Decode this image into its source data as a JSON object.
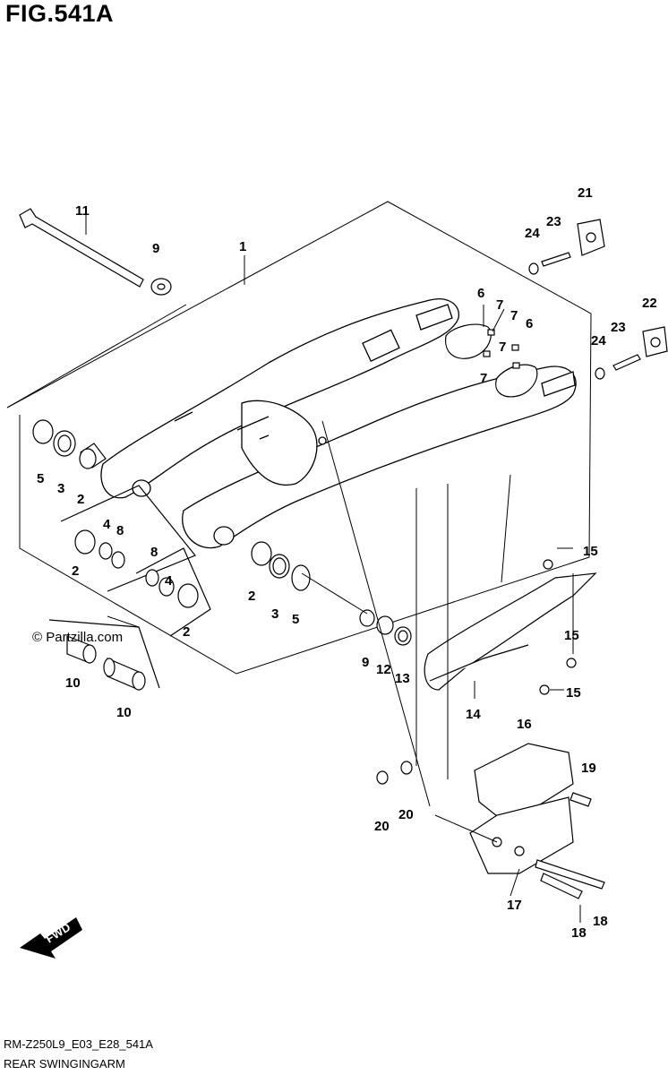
{
  "figure_title": "FIG.541A",
  "watermark": "© Partzilla.com",
  "fwd_label": "FWD",
  "footer": {
    "code": "RM-Z250L9_E03_E28_541A",
    "name": "REAR SWINGINGARM"
  },
  "callouts": [
    {
      "id": "c1",
      "label": "1"
    },
    {
      "id": "c2a",
      "label": "2"
    },
    {
      "id": "c2b",
      "label": "2"
    },
    {
      "id": "c2c",
      "label": "2"
    },
    {
      "id": "c2d",
      "label": "2"
    },
    {
      "id": "c3a",
      "label": "3"
    },
    {
      "id": "c3b",
      "label": "3"
    },
    {
      "id": "c4a",
      "label": "4"
    },
    {
      "id": "c4b",
      "label": "4"
    },
    {
      "id": "c5a",
      "label": "5"
    },
    {
      "id": "c5b",
      "label": "5"
    },
    {
      "id": "c6a",
      "label": "6"
    },
    {
      "id": "c6b",
      "label": "6"
    },
    {
      "id": "c7a",
      "label": "7"
    },
    {
      "id": "c7b",
      "label": "7"
    },
    {
      "id": "c7c",
      "label": "7"
    },
    {
      "id": "c7d",
      "label": "7"
    },
    {
      "id": "c8a",
      "label": "8"
    },
    {
      "id": "c8b",
      "label": "8"
    },
    {
      "id": "c9a",
      "label": "9"
    },
    {
      "id": "c9b",
      "label": "9"
    },
    {
      "id": "c10a",
      "label": "10"
    },
    {
      "id": "c10b",
      "label": "10"
    },
    {
      "id": "c11",
      "label": "11"
    },
    {
      "id": "c12",
      "label": "12"
    },
    {
      "id": "c13",
      "label": "13"
    },
    {
      "id": "c14",
      "label": "14"
    },
    {
      "id": "c15a",
      "label": "15"
    },
    {
      "id": "c15b",
      "label": "15"
    },
    {
      "id": "c15c",
      "label": "15"
    },
    {
      "id": "c16",
      "label": "16"
    },
    {
      "id": "c17",
      "label": "17"
    },
    {
      "id": "c18a",
      "label": "18"
    },
    {
      "id": "c18b",
      "label": "18"
    },
    {
      "id": "c19",
      "label": "19"
    },
    {
      "id": "c20a",
      "label": "20"
    },
    {
      "id": "c20b",
      "label": "20"
    },
    {
      "id": "c21",
      "label": "21"
    },
    {
      "id": "c22",
      "label": "22"
    },
    {
      "id": "c23a",
      "label": "23"
    },
    {
      "id": "c23b",
      "label": "23"
    },
    {
      "id": "c24a",
      "label": "24"
    },
    {
      "id": "c24b",
      "label": "24"
    }
  ]
}
